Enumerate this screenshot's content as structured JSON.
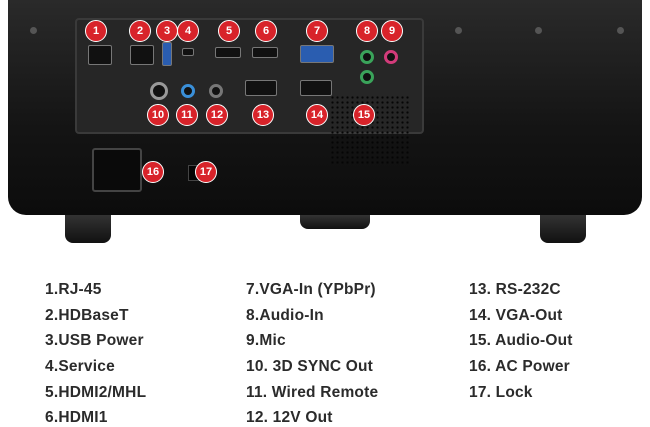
{
  "callouts": [
    "1",
    "2",
    "3",
    "4",
    "5",
    "6",
    "7",
    "8",
    "9",
    "10",
    "11",
    "12",
    "13",
    "14",
    "15",
    "16",
    "17"
  ],
  "legend": [
    "1.RJ-45",
    "2.HDBaseT",
    "3.USB Power",
    "4.Service",
    "5.HDMI2/MHL",
    "6.HDMI1",
    "7.VGA-In (YPbPr)",
    "8.Audio-In",
    "9.Mic",
    "10. 3D SYNC Out",
    "11. Wired Remote",
    "12. 12V Out",
    "13. RS-232C",
    "14. VGA-Out",
    "15. Audio-Out",
    "16. AC Power",
    "17. Lock"
  ],
  "colors": {
    "callout": "#d8232a",
    "body": "#141414"
  }
}
